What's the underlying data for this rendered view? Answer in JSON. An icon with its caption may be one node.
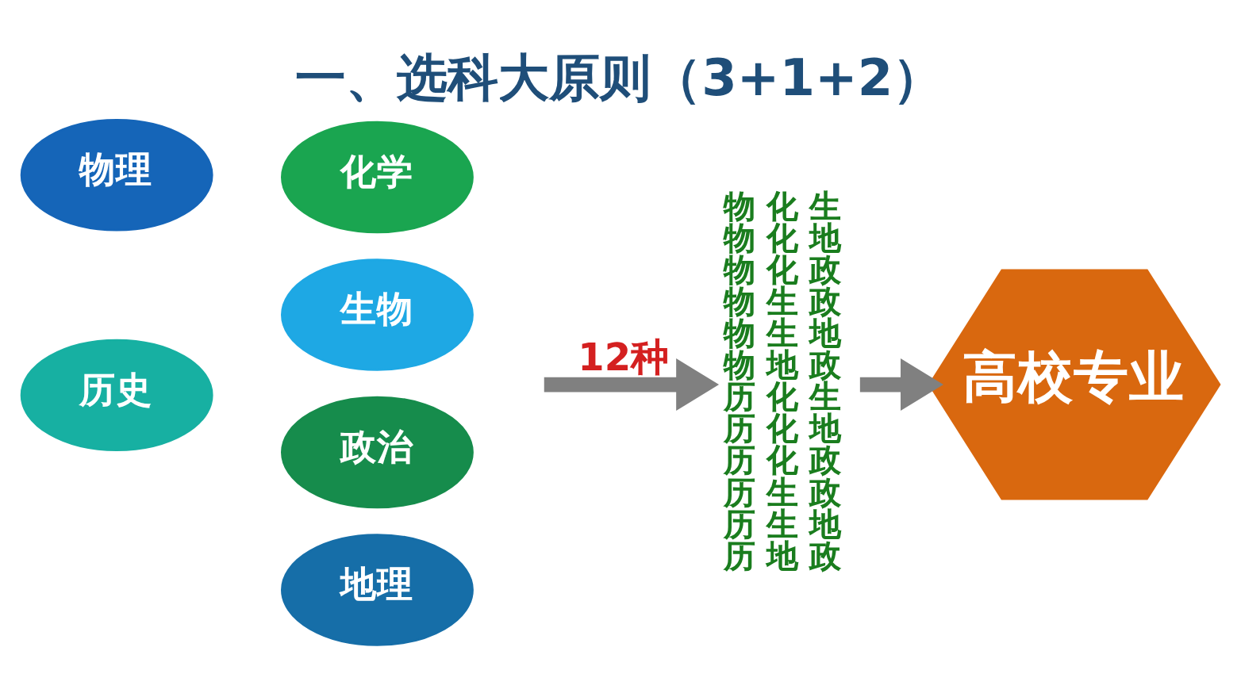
{
  "diagram": {
    "title": "一、选科大原则（3+1+2）",
    "nodes": [
      {
        "text": [
          "化学"
        ]
      },
      {
        "text": [
          "物理"
        ]
      },
      {
        "text": [
          "生物"
        ]
      },
      {
        "text": [
          "历史"
        ]
      },
      {
        "text": [
          "政治"
        ]
      },
      {
        "text": [
          "地理"
        ]
      },
      {
        "text": [
          "物 化 生",
          "物 化 地",
          "物 化 政",
          "物 生 政",
          "物 生 地",
          "物 地 政",
          "历 化 生",
          "历 化 地",
          "历 化 政",
          "历 生 政",
          "历 生 地",
          "历 地 政"
        ]
      },
      {
        "text": [
          "高校专业"
        ]
      }
    ],
    "edges": [
      {
        "from": null,
        "to": 6,
        "arrow": "to",
        "label": "12种"
      },
      {
        "from": 6,
        "to": 7,
        "arrow": "to"
      }
    ]
  }
}
